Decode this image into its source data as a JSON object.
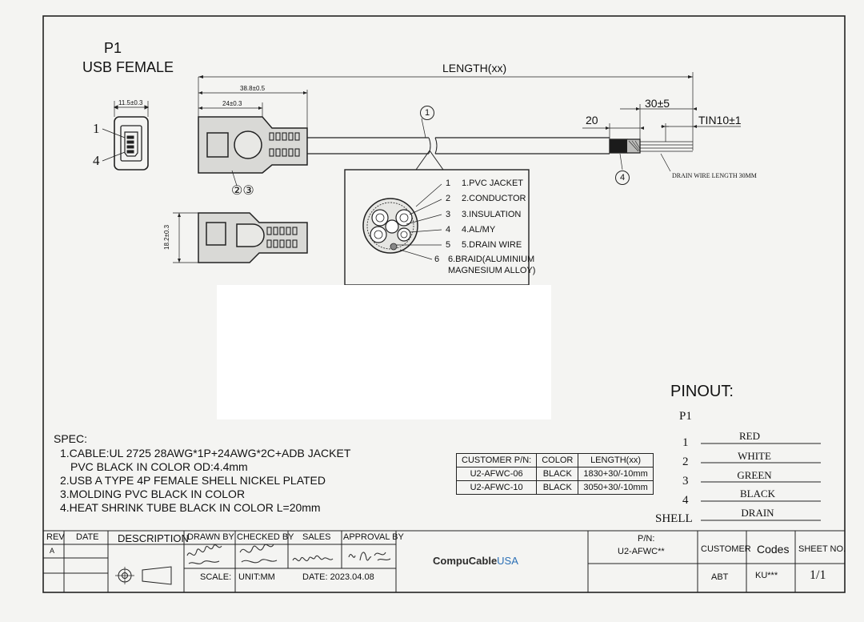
{
  "connector": {
    "ref": "P1",
    "type": "USB FEMALE",
    "pin1": "1",
    "pin4": "4"
  },
  "dims": {
    "width_front": "11.5±0.3",
    "overall": "38.8±0.5",
    "body": "24±0.3",
    "height": "18.2±0.3",
    "length": "LENGTH(xx)",
    "strip": "30±5",
    "jacket": "20",
    "tin": "TIN10±1",
    "drain_note": "DRAIN WIRE LENGTH 30MM"
  },
  "callouts": {
    "c1": "1",
    "c23": "②③",
    "c4": "4"
  },
  "cross_section": {
    "items": [
      {
        "num": "1",
        "label": "1.PVC JACKET"
      },
      {
        "num": "2",
        "label": "2.CONDUCTOR"
      },
      {
        "num": "3",
        "label": "3.INSULATION"
      },
      {
        "num": "4",
        "label": "4.AL/MY"
      },
      {
        "num": "5",
        "label": "5.DRAIN WIRE"
      },
      {
        "num": "6",
        "label": "6.BRAID(ALUMINIUM"
      }
    ],
    "item6_cont": "MAGNESIUM ALLOY)"
  },
  "spec": {
    "title": "SPEC:",
    "lines": [
      "1.CABLE:UL 2725 28AWG*1P+24AWG*2C+ADB JACKET",
      "PVC BLACK IN COLOR  OD:4.4mm",
      "2.USB A TYPE 4P FEMALE SHELL NICKEL PLATED",
      "3.MOLDING PVC BLACK IN COLOR",
      "4.HEAT SHRINK TUBE BLACK IN COLOR L=20mm"
    ]
  },
  "pn_table": {
    "headers": [
      "CUSTOMER P/N:",
      "COLOR",
      "LENGTH(xx)"
    ],
    "rows": [
      [
        "U2-AFWC-06",
        "BLACK",
        "1830+30/-10mm"
      ],
      [
        "U2-AFWC-10",
        "BLACK",
        "3050+30/-10mm"
      ]
    ]
  },
  "pinout": {
    "title": "PINOUT:",
    "ref": "P1",
    "pins": [
      {
        "num": "1",
        "color": "RED"
      },
      {
        "num": "2",
        "color": "WHITE"
      },
      {
        "num": "3",
        "color": "GREEN"
      },
      {
        "num": "4",
        "color": "BLACK"
      },
      {
        "num": "SHELL",
        "color": "DRAIN"
      }
    ]
  },
  "title_block": {
    "rev": "REV",
    "date": "DATE",
    "rev_value": "A",
    "description": "DESCRIPTION",
    "drawn_by": "DRAWN BY",
    "checked_by": "CHECKED BY",
    "sales": "SALES",
    "approval_by": "APPROVAL BY",
    "scale": "SCALE:",
    "unit": "UNIT:MM",
    "date_value": "DATE: 2023.04.08",
    "logo_main": "CompuCable",
    "logo_usa": "USA",
    "pn_label": "P/N:",
    "pn_value": "U2-AFWC**",
    "customer": "CUSTOMER",
    "customer_value": "ABT",
    "codes": "Codes",
    "codes_value": "KU***",
    "sheet_no": "SHEET NO.",
    "sheet_value": "1/1"
  }
}
